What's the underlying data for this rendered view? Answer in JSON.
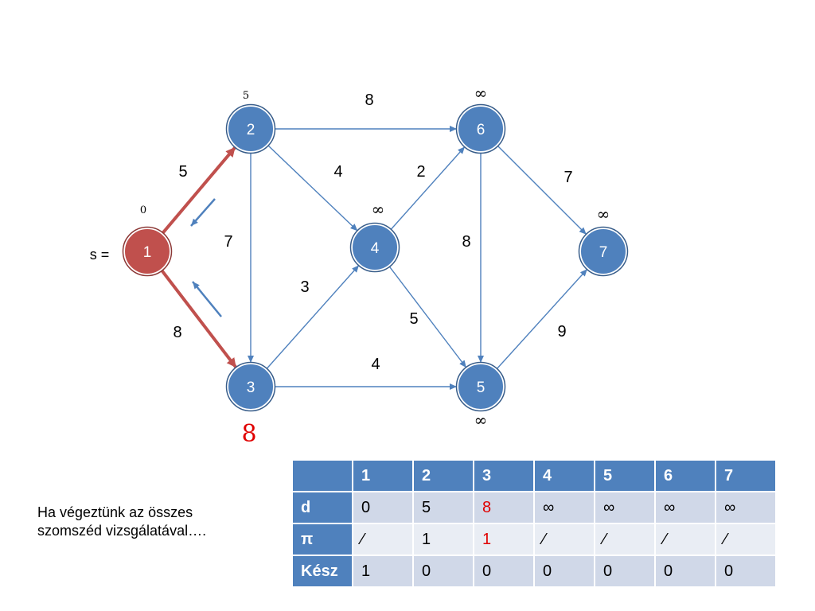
{
  "diagram": {
    "source_label": "s =",
    "nodes": [
      {
        "id": "1",
        "label": "1",
        "dist": "0",
        "color": "#c0504d"
      },
      {
        "id": "2",
        "label": "2",
        "dist": "5",
        "color": "#4f81bd"
      },
      {
        "id": "3",
        "label": "3",
        "dist": "8",
        "color": "#4f81bd"
      },
      {
        "id": "4",
        "label": "4",
        "dist": "∞",
        "color": "#4f81bd"
      },
      {
        "id": "5",
        "label": "5",
        "dist": "∞",
        "color": "#4f81bd"
      },
      {
        "id": "6",
        "label": "6",
        "dist": "∞",
        "color": "#4f81bd"
      },
      {
        "id": "7",
        "label": "7",
        "dist": "∞",
        "color": "#4f81bd"
      }
    ],
    "edges": [
      {
        "from": "1",
        "to": "2",
        "weight": "5",
        "highlight": true
      },
      {
        "from": "1",
        "to": "3",
        "weight": "8",
        "highlight": true
      },
      {
        "from": "2",
        "to": "3",
        "weight": "7",
        "highlight": false
      },
      {
        "from": "2",
        "to": "4",
        "weight": "4",
        "highlight": false
      },
      {
        "from": "2",
        "to": "6",
        "weight": "8",
        "highlight": false
      },
      {
        "from": "3",
        "to": "4",
        "weight": "3",
        "highlight": false
      },
      {
        "from": "3",
        "to": "5",
        "weight": "4",
        "highlight": false
      },
      {
        "from": "4",
        "to": "6",
        "weight": "2",
        "highlight": false
      },
      {
        "from": "4",
        "to": "5",
        "weight": "5",
        "highlight": false
      },
      {
        "from": "6",
        "to": "5",
        "weight": "8",
        "highlight": false
      },
      {
        "from": "6",
        "to": "7",
        "weight": "7",
        "highlight": false
      },
      {
        "from": "5",
        "to": "7",
        "weight": "9",
        "highlight": false
      }
    ],
    "highlight_color": "#c0504d",
    "edge_color": "#4f81bd",
    "updated_color": "#e00000"
  },
  "note": {
    "line1": "Ha végeztünk az összes",
    "line2": "szomszéd vizsgálatával…."
  },
  "table": {
    "corner": "",
    "columns": [
      "1",
      "2",
      "3",
      "4",
      "5",
      "6",
      "7"
    ],
    "rows": [
      {
        "label": "d",
        "values": [
          "0",
          "5",
          "8",
          "∞",
          "∞",
          "∞",
          "∞"
        ]
      },
      {
        "label": "π",
        "values": [
          "⁄",
          "1",
          "1",
          "⁄",
          "⁄",
          "⁄",
          "⁄"
        ]
      },
      {
        "label": "Kész",
        "values": [
          "1",
          "0",
          "0",
          "0",
          "0",
          "0",
          "0"
        ]
      }
    ]
  }
}
